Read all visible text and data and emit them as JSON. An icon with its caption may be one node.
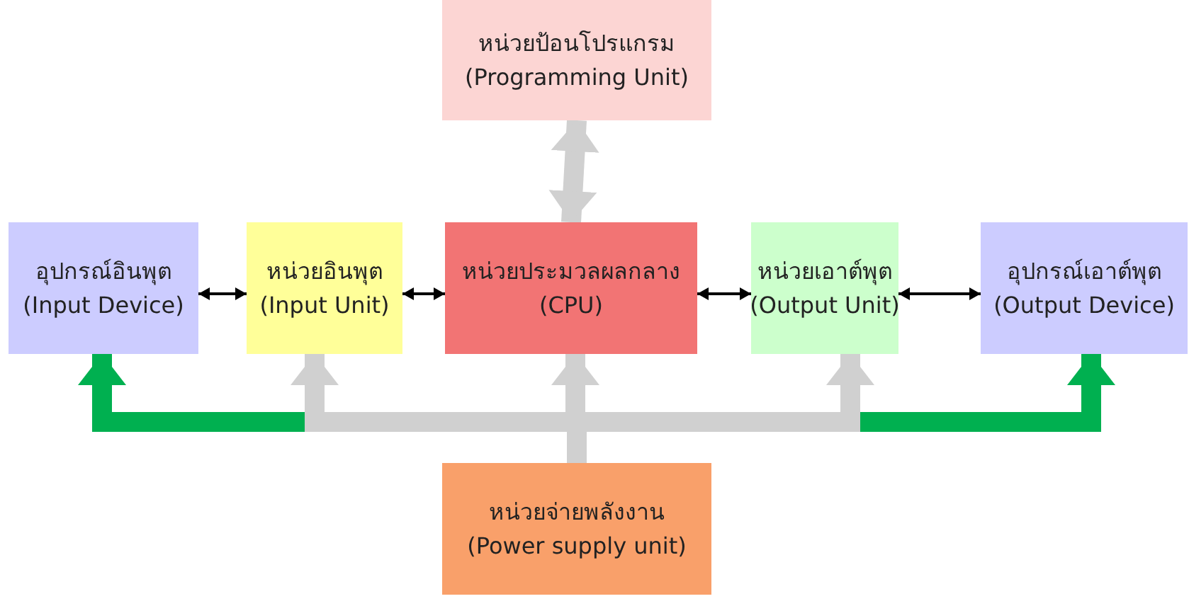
{
  "diagram": {
    "nodes": [
      {
        "text": [
          "หน่วยป้อนโปรแกรม",
          "(Programming Unit)"
        ]
      },
      {
        "text": [
          "อุปกรณ์อินพุต",
          "(Input Device)"
        ]
      },
      {
        "text": [
          "หน่วยอินพุต",
          "(Input Unit)"
        ]
      },
      {
        "text": [
          "หน่วยประมวลผลกลาง",
          "(CPU)"
        ]
      },
      {
        "text": [
          "หน่วยเอาต์พุต",
          "(Output Unit)"
        ]
      },
      {
        "text": [
          "อุปกรณ์เอาต์พุต",
          "(Output Device)"
        ]
      },
      {
        "text": [
          "หน่วยจ่ายพลังงาน",
          "(Power supply unit)"
        ]
      }
    ],
    "edges": [
      {
        "from": 0,
        "to": 3,
        "arrow": "both"
      },
      {
        "from": 1,
        "to": 2,
        "arrow": "both",
        "color": "#000000"
      },
      {
        "from": 2,
        "to": 3,
        "arrow": "both",
        "color": "#000000"
      },
      {
        "from": 3,
        "to": 4,
        "arrow": "both",
        "color": "#000000"
      },
      {
        "from": 4,
        "to": 5,
        "arrow": "both",
        "color": "#000000"
      },
      {
        "from": 6,
        "to": 3,
        "arrow": "to"
      },
      {
        "from": 6,
        "to": 2,
        "arrow": "to"
      },
      {
        "from": 6,
        "to": 4,
        "arrow": "to"
      },
      {
        "from": 6,
        "to": 1,
        "arrow": "to",
        "color": "#00b050"
      },
      {
        "from": 6,
        "to": 5,
        "arrow": "to",
        "color": "#00b050"
      }
    ]
  }
}
